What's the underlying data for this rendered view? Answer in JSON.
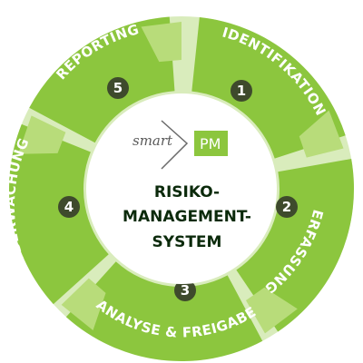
{
  "segments": [
    {
      "label": "IDENTIFIKATION",
      "number": "1"
    },
    {
      "label": "ERFASSUNG",
      "number": "2"
    },
    {
      "label": "ANALYSE & FREIGABE",
      "number": "3"
    },
    {
      "label": "ÜBERWACHUNG",
      "number": "4"
    },
    {
      "label": "REPORTING",
      "number": "5"
    }
  ],
  "center": {
    "logo_smart": "smart",
    "logo_pm": "PM",
    "title_line1": "RISIKO-",
    "title_line2": "MANAGEMENT-",
    "title_line3": "SYSTEM"
  },
  "colors": {
    "segment_green": "#8cc63e",
    "segment_light": "#b8dc7a",
    "gap_light": "#d9ecbc",
    "badge_dark": "#3e4a2c",
    "center_fill": "#ffffff",
    "pm_green": "#8cc63e",
    "title_color": "#0b2a0b"
  }
}
